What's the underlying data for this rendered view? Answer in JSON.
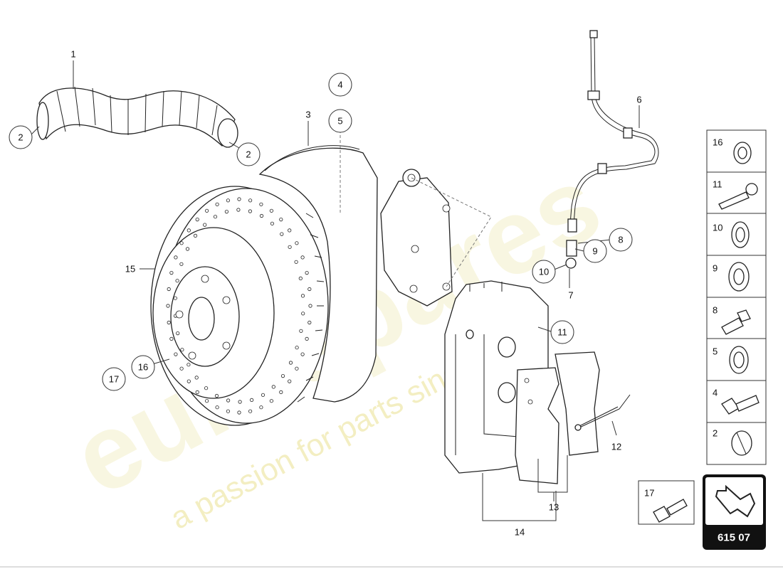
{
  "watermark": {
    "brand": "eurospares",
    "tagline": "a passion for parts since 1985"
  },
  "callouts": [
    {
      "id": "c2a",
      "label": "2"
    },
    {
      "id": "c2b",
      "label": "2"
    },
    {
      "id": "c4",
      "label": "4"
    },
    {
      "id": "c5",
      "label": "5"
    },
    {
      "id": "c8",
      "label": "8"
    },
    {
      "id": "c9",
      "label": "9"
    },
    {
      "id": "c10",
      "label": "10"
    },
    {
      "id": "c11",
      "label": "11"
    },
    {
      "id": "c16",
      "label": "16"
    },
    {
      "id": "c17",
      "label": "17"
    }
  ],
  "labels": [
    {
      "id": "l1",
      "label": "1"
    },
    {
      "id": "l3",
      "label": "3"
    },
    {
      "id": "l6",
      "label": "6"
    },
    {
      "id": "l7",
      "label": "7"
    },
    {
      "id": "l12",
      "label": "12"
    },
    {
      "id": "l13",
      "label": "13"
    },
    {
      "id": "l14",
      "label": "14"
    },
    {
      "id": "l15",
      "label": "15"
    }
  ],
  "side_panel": {
    "items": [
      {
        "label": "16",
        "icon": "washer-icon"
      },
      {
        "label": "11",
        "icon": "bolt-icon"
      },
      {
        "label": "10",
        "icon": "washer-icon"
      },
      {
        "label": "9",
        "icon": "washer-icon"
      },
      {
        "label": "8",
        "icon": "banjo-bolt-icon"
      },
      {
        "label": "5",
        "icon": "washer-icon"
      },
      {
        "label": "4",
        "icon": "hex-bolt-icon"
      },
      {
        "label": "2",
        "icon": "hose-clamp-icon"
      }
    ]
  },
  "extra_box": {
    "label": "17",
    "icon": "wheel-bolt-icon"
  },
  "reference": {
    "number": "615 07",
    "icon": "arrow-icon"
  }
}
